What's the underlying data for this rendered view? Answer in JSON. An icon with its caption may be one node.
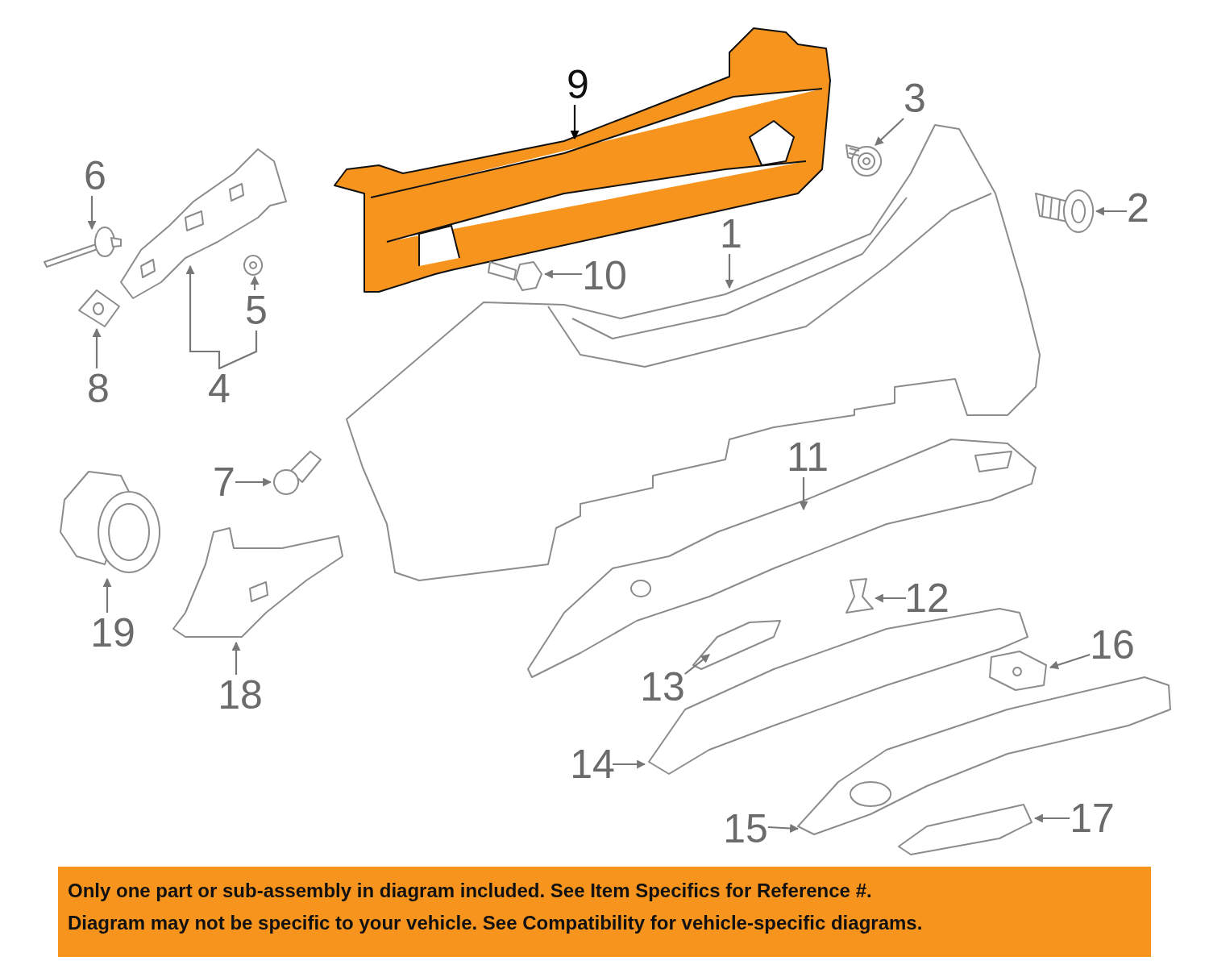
{
  "diagram": {
    "nodes": [
      {
        "text": [
          "9"
        ]
      },
      {
        "text": [],
        "shape": "picture"
      },
      {
        "text": [
          "3"
        ]
      },
      {
        "text": [],
        "shape": "picture"
      },
      {
        "text": [
          "6"
        ]
      },
      {
        "text": [],
        "shape": "picture"
      },
      {
        "text": [
          "2"
        ]
      },
      {
        "text": [],
        "shape": "picture"
      },
      {
        "text": [
          "1"
        ]
      },
      {
        "text": [],
        "shape": "picture"
      },
      {
        "text": [
          "10"
        ]
      },
      {
        "text": [],
        "shape": "picture"
      },
      {
        "text": [
          "5"
        ]
      },
      {
        "text": [],
        "shape": "picture"
      },
      {
        "text": [
          "8"
        ]
      },
      {
        "text": [],
        "shape": "picture"
      },
      {
        "text": [
          "4"
        ]
      },
      {
        "text": [],
        "shape": "picture"
      },
      {
        "text": [
          "7"
        ]
      },
      {
        "text": [],
        "shape": "picture"
      },
      {
        "text": [
          "11"
        ]
      },
      {
        "text": [],
        "shape": "picture"
      },
      {
        "text": [
          "19"
        ]
      },
      {
        "text": [],
        "shape": "picture"
      },
      {
        "text": [
          "12"
        ]
      },
      {
        "text": [],
        "shape": "picture"
      },
      {
        "text": [
          "18"
        ]
      },
      {
        "text": [],
        "shape": "picture"
      },
      {
        "text": [
          "16"
        ]
      },
      {
        "text": [],
        "shape": "picture"
      },
      {
        "text": [
          "13"
        ]
      },
      {
        "text": [],
        "shape": "picture"
      },
      {
        "text": [
          "14"
        ]
      },
      {
        "text": [],
        "shape": "picture"
      },
      {
        "text": [
          "15"
        ]
      },
      {
        "text": [],
        "shape": "picture"
      },
      {
        "text": [
          "17"
        ]
      },
      {
        "text": [],
        "shape": "picture"
      },
      {
        "text": [
          "Only one part or sub-assembly in diagram included. See Item Specifics for Reference #.",
          "Diagram may not be specific to your vehicle. See Compatibility for vehicle-specific diagrams."
        ]
      }
    ],
    "edges": [
      {
        "from": 0,
        "to": 1,
        "arrow": "to",
        "color": "#000000"
      },
      {
        "from": 2,
        "to": 3,
        "arrow": "to"
      },
      {
        "from": 4,
        "to": 5,
        "arrow": "to"
      },
      {
        "from": 6,
        "to": 7,
        "arrow": "to"
      },
      {
        "from": 8,
        "to": 9,
        "arrow": "to"
      },
      {
        "from": 10,
        "to": 11,
        "arrow": "to"
      },
      {
        "from": 12,
        "to": 13,
        "arrow": "to"
      },
      {
        "from": 14,
        "to": 15,
        "arrow": "to"
      },
      {
        "from": 16,
        "to": 17,
        "arrow": "to"
      },
      {
        "from": 16,
        "to": 12,
        "arrow": "none"
      },
      {
        "from": 18,
        "to": 19,
        "arrow": "to"
      },
      {
        "from": 20,
        "to": 21,
        "arrow": "to"
      },
      {
        "from": 22,
        "to": 23,
        "arrow": "to"
      },
      {
        "from": 24,
        "to": 25,
        "arrow": "to"
      },
      {
        "from": 26,
        "to": 27,
        "arrow": "to"
      },
      {
        "from": 28,
        "to": 29,
        "arrow": "to"
      },
      {
        "from": 30,
        "to": 31,
        "arrow": "to"
      },
      {
        "from": 32,
        "to": 33,
        "arrow": "to"
      },
      {
        "from": 34,
        "to": 35,
        "arrow": "to"
      },
      {
        "from": 36,
        "to": 37,
        "arrow": "to"
      }
    ]
  }
}
